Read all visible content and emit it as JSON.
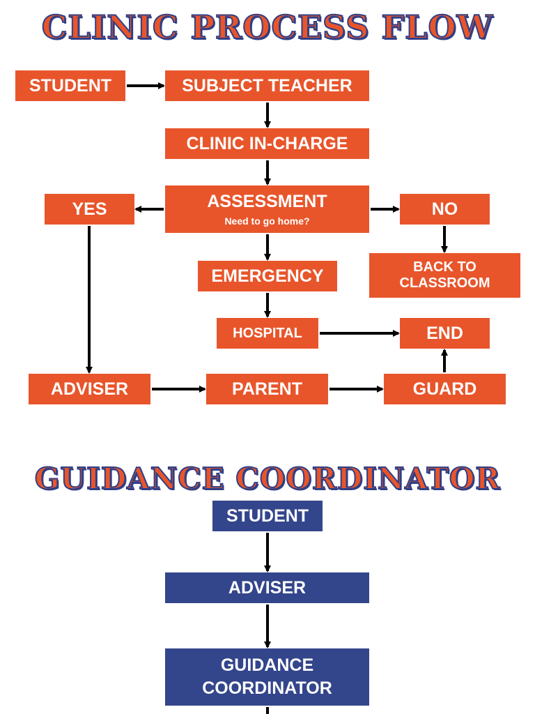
{
  "clinic": {
    "title": "CLINIC PROCESS FLOW",
    "student": "STUDENT",
    "subject_teacher": "SUBJECT TEACHER",
    "clinic_in_charge": "CLINIC IN-CHARGE",
    "assessment": "ASSESSMENT",
    "assessment_question": "Need to go home?",
    "yes": "YES",
    "no": "NO",
    "back_to_classroom_line1": "BACK TO",
    "back_to_classroom_line2": "CLASSROOM",
    "emergency": "EMERGENCY",
    "hospital": "HOSPITAL",
    "end": "END",
    "adviser": "ADVISER",
    "parent": "PARENT",
    "guard": "GUARD"
  },
  "guidance": {
    "title": "GUIDANCE COORDINATOR",
    "student": "STUDENT",
    "adviser": "ADVISER",
    "coordinator_line1": "GUIDANCE",
    "coordinator_line2": "COORDINATOR"
  },
  "colors": {
    "orange": "#e8552b",
    "blue": "#33458b",
    "outline": "#2f3f87",
    "arrow": "#000000"
  }
}
